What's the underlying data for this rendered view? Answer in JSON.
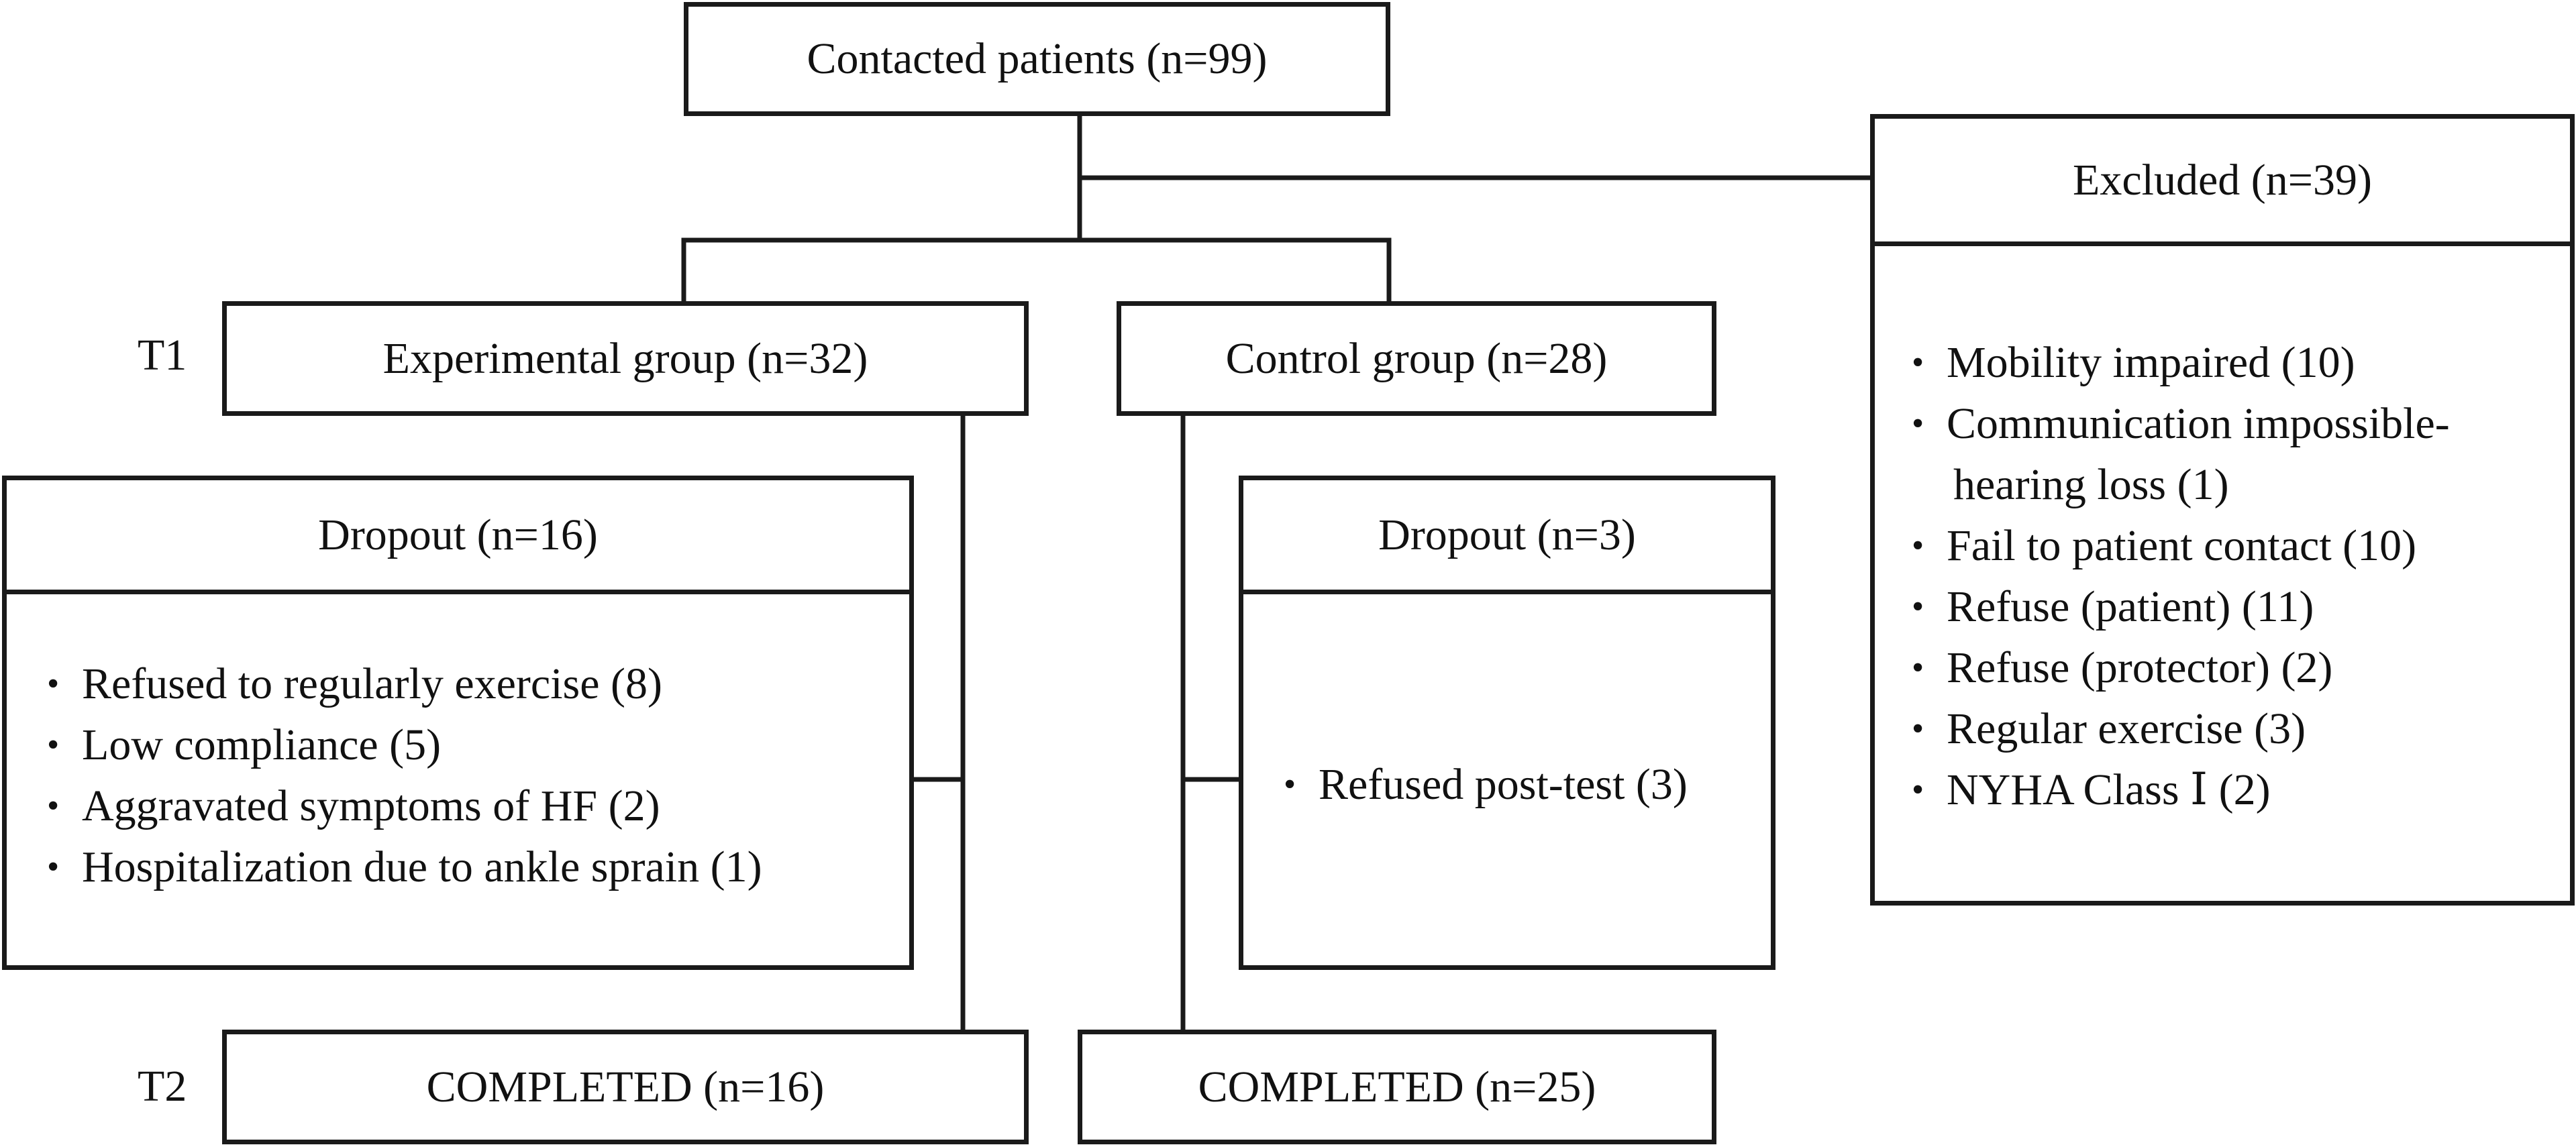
{
  "contacted": {
    "label": "Contacted patients (n=99)"
  },
  "excluded": {
    "title": "Excluded (n=39)",
    "reasons": [
      "Mobility impaired (10)",
      "Communication impossible-",
      "hearing loss (1)",
      "Fail to patient contact (10)",
      "Refuse (patient) (11)",
      "Refuse (protector) (2)",
      "Regular exercise (3)",
      "NYHA Class Ⅰ (2)"
    ]
  },
  "timepoints": {
    "t1": "T1",
    "t2": "T2"
  },
  "experimental": {
    "label": "Experimental group (n=32)",
    "dropout": {
      "title": "Dropout (n=16)",
      "reasons": [
        "Refused to regularly exercise (8)",
        "Low compliance (5)",
        "Aggravated symptoms of HF (2)",
        "Hospitalization due to ankle sprain (1)"
      ]
    },
    "completed": "COMPLETED (n=16)"
  },
  "control": {
    "label": "Control group (n=28)",
    "dropout": {
      "title": "Dropout (n=3)",
      "reasons": [
        "Refused post-test (3)"
      ]
    },
    "completed": "COMPLETED (n=25)"
  }
}
